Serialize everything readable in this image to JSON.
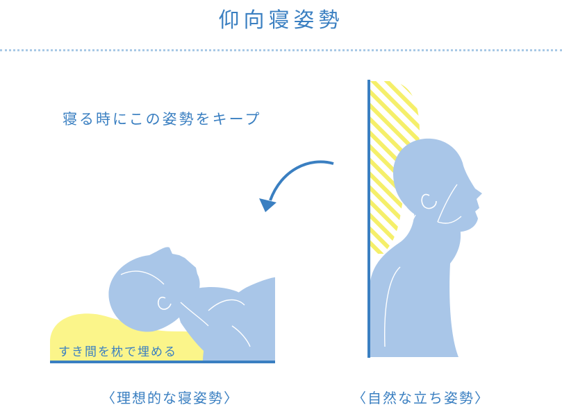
{
  "title": "仰向寝姿勢",
  "instruction": "寝る時にこの姿勢をキープ",
  "pillow_note": "すき間を枕で埋める",
  "caption_left": "〈理想的な寝姿勢〉",
  "caption_right": "〈自然な立ち姿勢〉",
  "colors": {
    "accent": "#3a7fc1",
    "body_fill": "#a9c6e8",
    "pillow_fill": "#fbf58a",
    "hatch": "#f5ef6a"
  }
}
